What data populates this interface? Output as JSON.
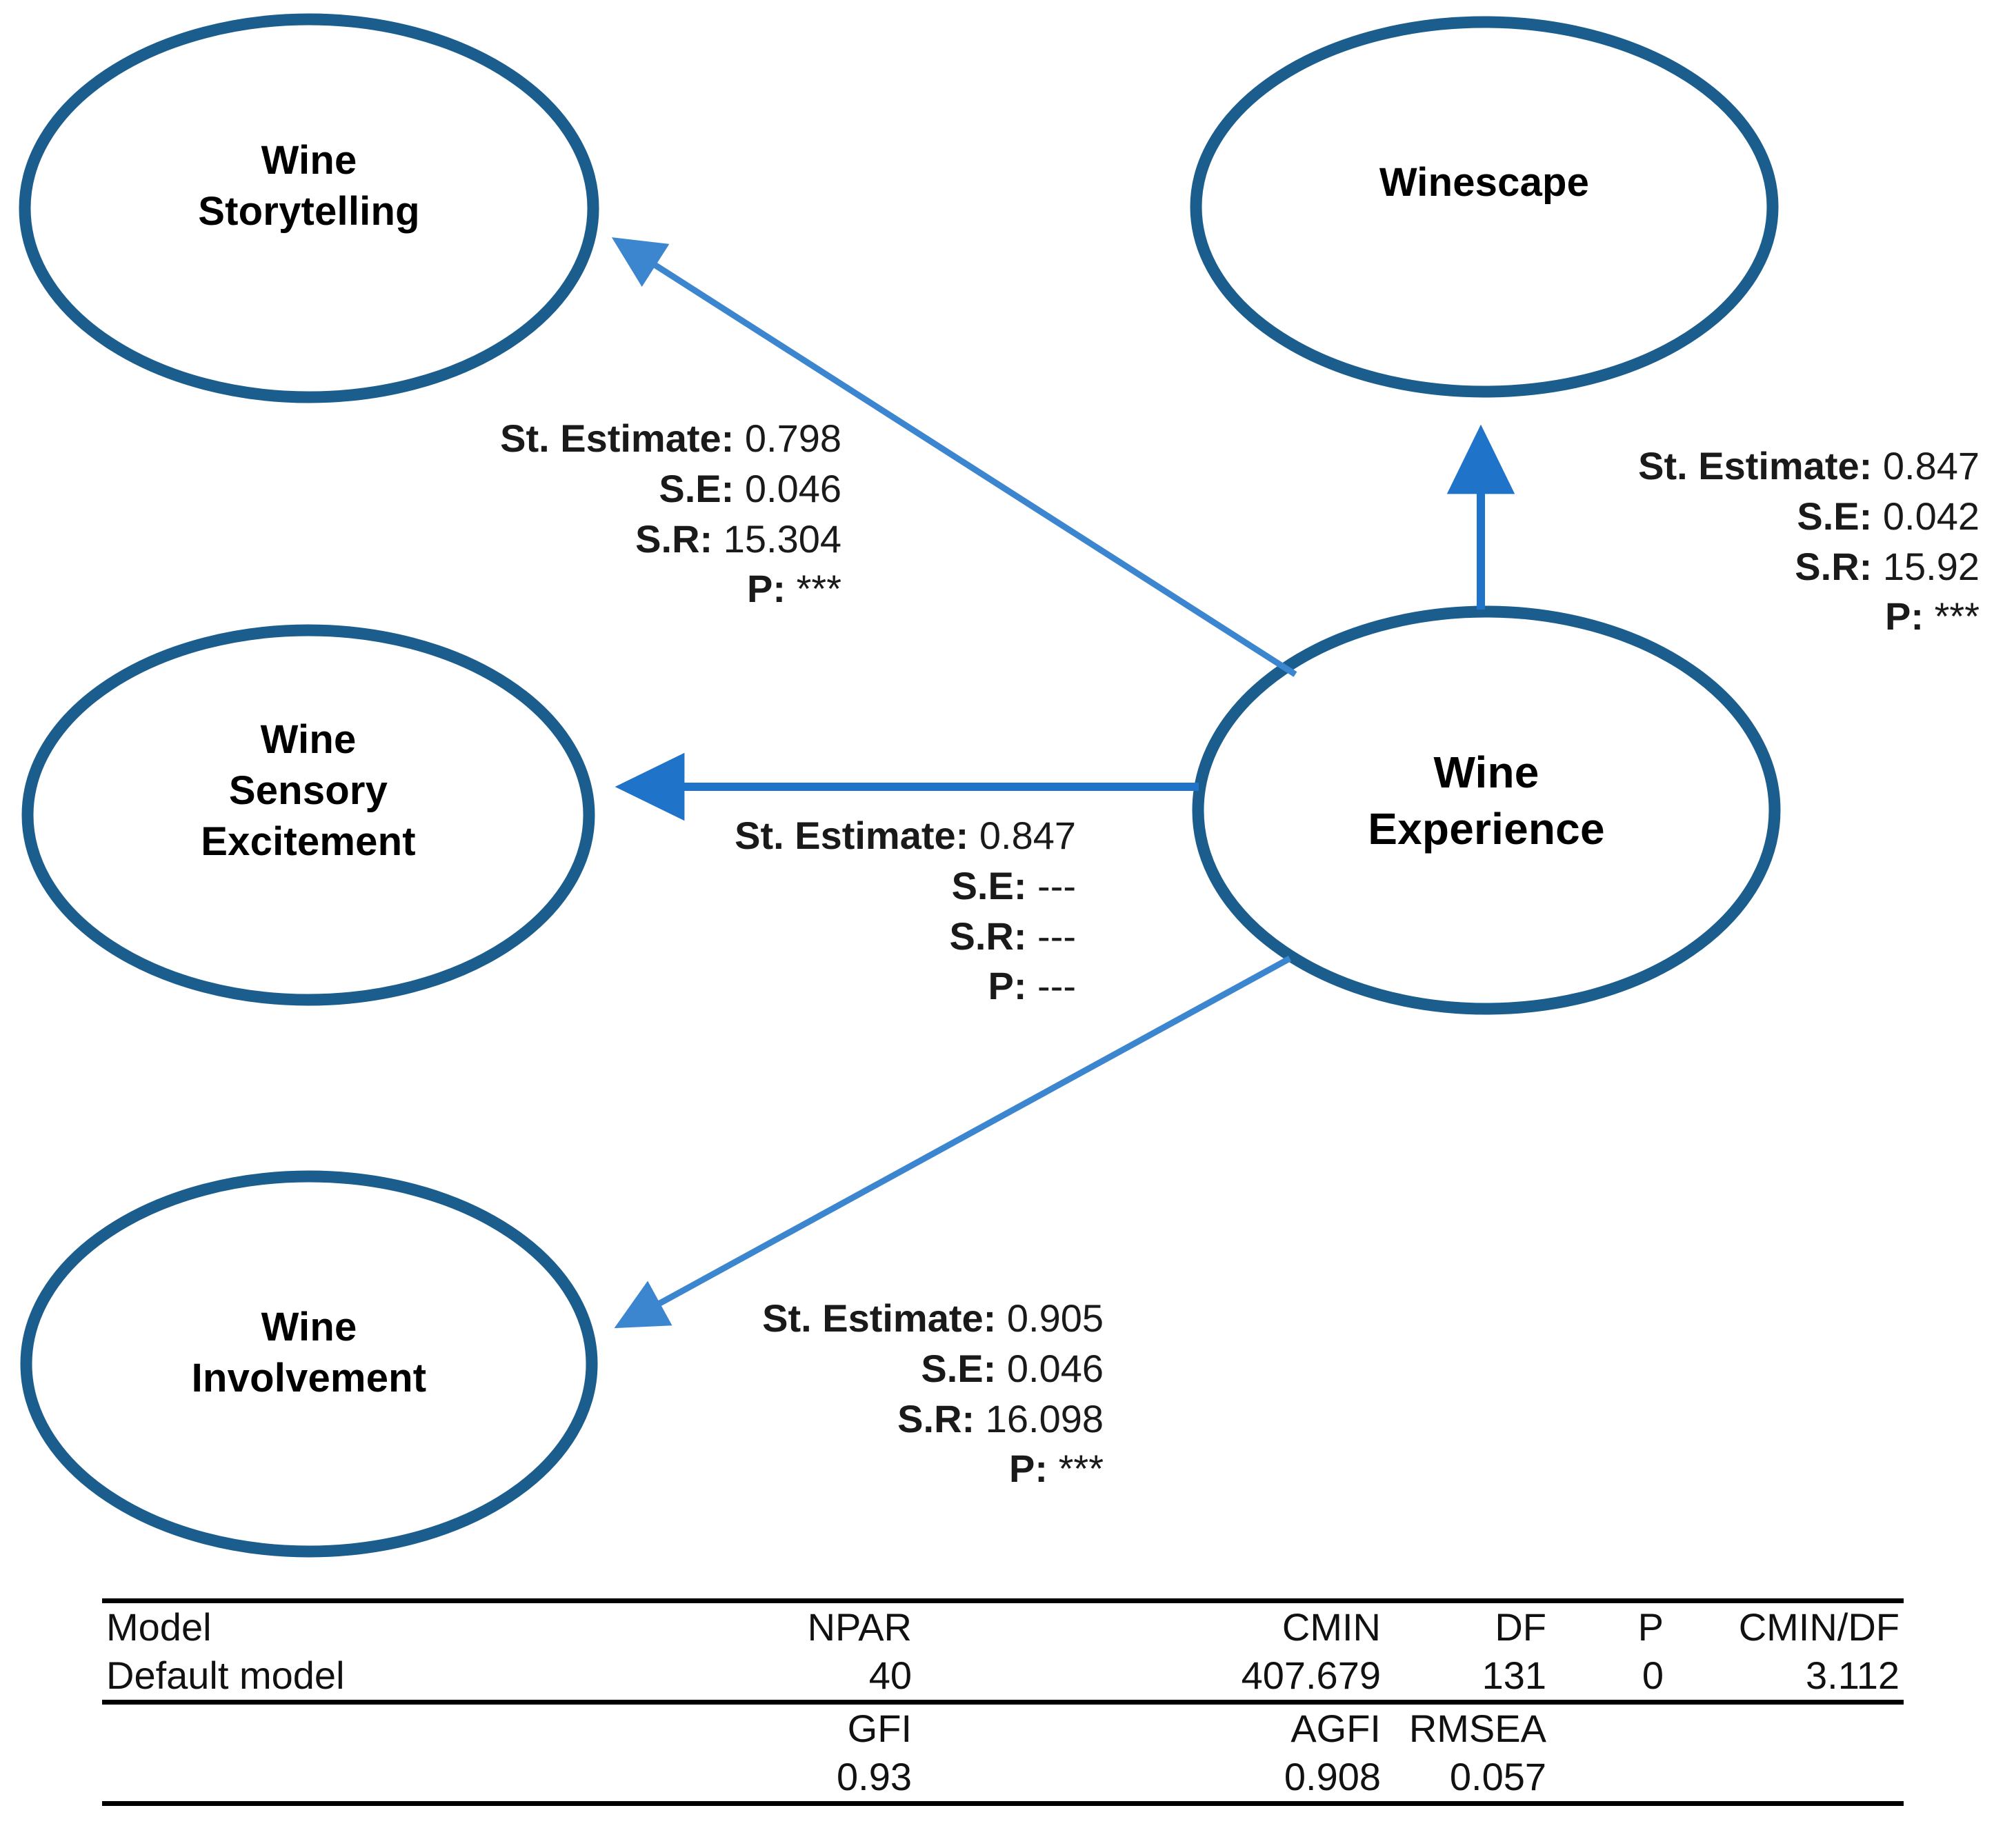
{
  "diagram": {
    "title": "Wine Experience structural model",
    "colors": {
      "ellipse_stroke": "#1B5E8E",
      "arrow_primary": "#1F73C8",
      "arrow_light": "#4A92D8",
      "text": "#000000",
      "background": "#FFFFFF"
    },
    "nodes": [
      {
        "id": "wine-storytelling",
        "label": "Wine\nStorytelling"
      },
      {
        "id": "winescape",
        "label": "Winescape"
      },
      {
        "id": "wine-sensory-excitement",
        "label": "Wine\nSensory\nExcitement"
      },
      {
        "id": "wine-experience",
        "label": "Wine\nExperience"
      },
      {
        "id": "wine-involvement",
        "label": "Wine\nInvolvement"
      }
    ],
    "paths": [
      {
        "id": "experience-to-storytelling",
        "from": "wine-experience",
        "to": "wine-storytelling",
        "labels": {
          "estimate_key": "St. Estimate:",
          "estimate_value": "0.798",
          "se_key": "S.E:",
          "se_value": "0.046",
          "sr_key": "S.R:",
          "sr_value": "15.304",
          "p_key": "P:",
          "p_value": "***"
        }
      },
      {
        "id": "experience-to-winescape",
        "from": "wine-experience",
        "to": "winescape",
        "labels": {
          "estimate_key": "St. Estimate:",
          "estimate_value": "0.847",
          "se_key": "S.E:",
          "se_value": "0.042",
          "sr_key": "S.R:",
          "sr_value": "15.92",
          "p_key": "P:",
          "p_value": "***"
        }
      },
      {
        "id": "experience-to-sensory-excitement",
        "from": "wine-experience",
        "to": "wine-sensory-excitement",
        "labels": {
          "estimate_key": "St. Estimate:",
          "estimate_value": "0.847",
          "se_key": "S.E:",
          "se_value": "---",
          "sr_key": "S.R:",
          "sr_value": "---",
          "p_key": "P:",
          "p_value": "---"
        }
      },
      {
        "id": "experience-to-involvement",
        "from": "wine-experience",
        "to": "wine-involvement",
        "labels": {
          "estimate_key": "St. Estimate:",
          "estimate_value": "0.905",
          "se_key": "S.E:",
          "se_value": "0.046",
          "sr_key": "S.R:",
          "sr_value": "16.098",
          "p_key": "P:",
          "p_value": "***"
        }
      }
    ]
  },
  "fit_table": {
    "header_row_1": [
      "Model",
      "NPAR",
      "CMIN",
      "DF",
      "P",
      "CMIN/DF"
    ],
    "value_row_1": [
      "Default model",
      "40",
      "407.679",
      "131",
      "0",
      "3.112"
    ],
    "header_row_2": [
      "",
      "GFI",
      "AGFI",
      "RMSEA",
      "",
      ""
    ],
    "value_row_2": [
      "",
      "0.93",
      "0.908",
      "0.057",
      "",
      ""
    ]
  },
  "chart_data": {
    "type": "diagram",
    "title": "Wine Experience second-order structural equation model",
    "nodes": [
      "Wine Storytelling",
      "Winescape",
      "Wine Sensory Excitement",
      "Wine Experience",
      "Wine Involvement"
    ],
    "edges": [
      {
        "source": "Wine Experience",
        "target": "Wine Storytelling",
        "st_estimate": 0.798,
        "se": 0.046,
        "sr": 15.304,
        "p": "***"
      },
      {
        "source": "Wine Experience",
        "target": "Winescape",
        "st_estimate": 0.847,
        "se": 0.042,
        "sr": 15.92,
        "p": "***"
      },
      {
        "source": "Wine Experience",
        "target": "Wine Sensory Excitement",
        "st_estimate": 0.847,
        "se": null,
        "sr": null,
        "p": null
      },
      {
        "source": "Wine Experience",
        "target": "Wine Involvement",
        "st_estimate": 0.905,
        "se": 0.046,
        "sr": 16.098,
        "p": "***"
      }
    ],
    "fit_indices": {
      "NPAR": 40,
      "CMIN": 407.679,
      "DF": 131,
      "P": 0,
      "CMIN/DF": 3.112,
      "GFI": 0.93,
      "AGFI": 0.908,
      "RMSEA": 0.057
    }
  }
}
